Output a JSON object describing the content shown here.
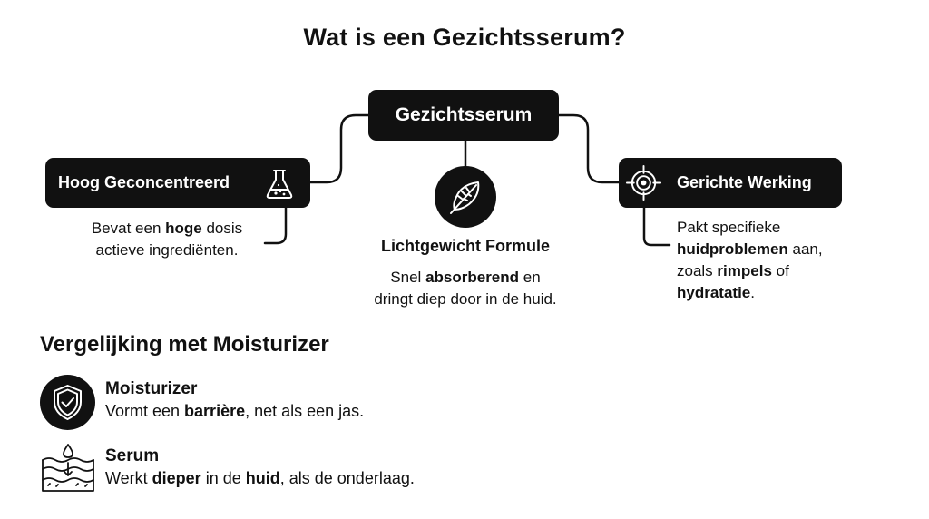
{
  "title": "Wat is een Gezichtsserum?",
  "center": {
    "label": "Gezichtsserum"
  },
  "left_node": {
    "label": "Hoog Geconcentreerd",
    "icon": "flask-icon",
    "desc_parts": [
      "Bevat een ",
      "hoge",
      " dosis",
      "actieve ingrediënten."
    ]
  },
  "middle_node": {
    "icon": "feather-icon",
    "heading": "Lichtgewicht Formule",
    "desc_parts": [
      "Snel ",
      "absorberend",
      " en",
      "dringt diep door in de huid."
    ]
  },
  "right_node": {
    "label": "Gerichte Werking",
    "icon": "target-icon",
    "desc_parts": [
      "Pakt specifieke",
      "huidproblemen",
      " aan,",
      "zoals ",
      "rimpels",
      " of",
      "hydratatie",
      "."
    ]
  },
  "comparison": {
    "title": "Vergelijking met Moisturizer",
    "items": [
      {
        "name": "Moisturizer",
        "icon": "shield-check-icon",
        "desc_parts": [
          "Vormt een ",
          "barrière",
          ", net als een jas."
        ]
      },
      {
        "name": "Serum",
        "icon": "skin-layers-icon",
        "desc_parts": [
          "Werkt ",
          "dieper",
          " in de ",
          "huid",
          ", als de onderlaag."
        ]
      }
    ]
  },
  "colors": {
    "ink": "#111111",
    "background": "#ffffff"
  }
}
